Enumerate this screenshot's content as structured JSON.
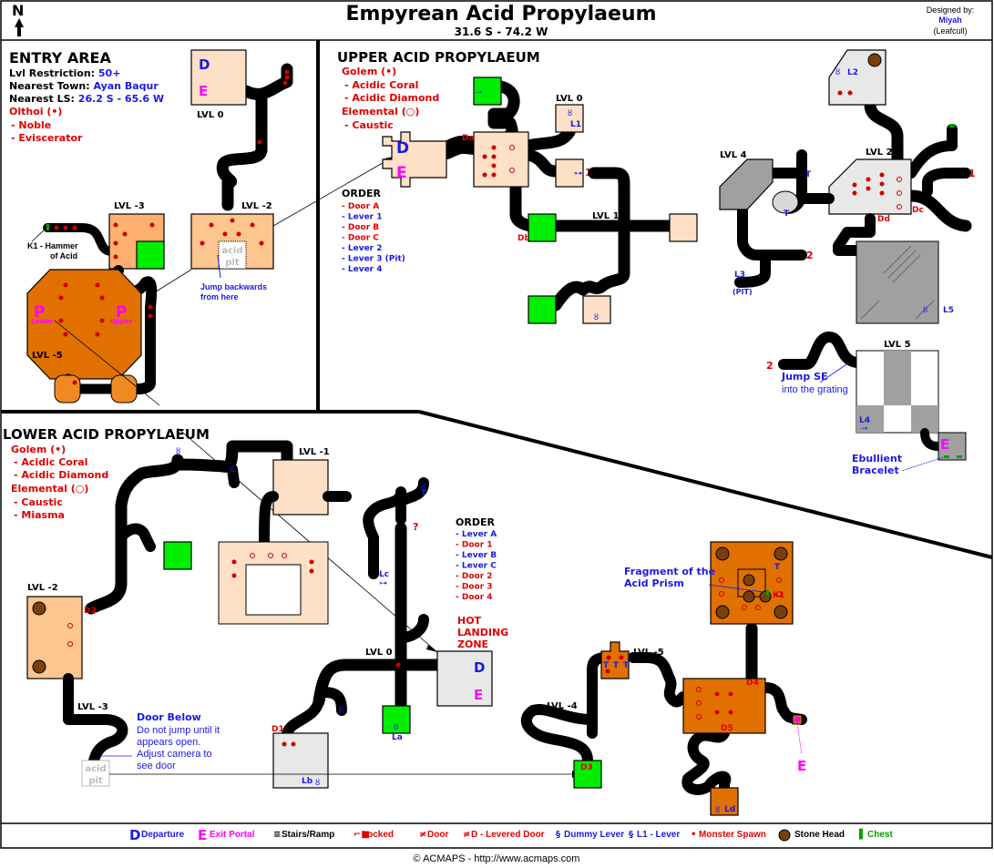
{
  "header": {
    "north_label": "N",
    "title": "Empyrean Acid Propylaeum",
    "coordinates": "31.6 S - 74.2 W",
    "designed_by_label": "Designed by:",
    "designer": "Miyah",
    "designer_server": "(Leafcull)"
  },
  "entry_area": {
    "title": "ENTRY AREA",
    "lvl_restriction_label": "Lvl Restriction:",
    "lvl_restriction_value": "50+",
    "nearest_town_label": "Nearest Town:",
    "nearest_town_value": "Ayan Baqur",
    "nearest_ls_label": "Nearest LS:",
    "nearest_ls_value": "26.2 S - 65.6 W",
    "monster_group": "Olthoi (•)",
    "monsters": [
      "- Noble",
      "- Eviscerator"
    ],
    "levels": [
      "LVL 0",
      "LVL -2",
      "LVL -3",
      "LVL -5"
    ],
    "departure": "D",
    "exit": "E",
    "acid_pit": [
      "acid",
      "pit"
    ],
    "jump_note": [
      "Jump backwards",
      "from here"
    ],
    "k1_note": [
      "K1 - Hammer",
      "of Acid"
    ],
    "portal_lower": {
      "glyph": "P",
      "label": "Lower"
    },
    "portal_upper": {
      "glyph": "P",
      "label": "Upper"
    }
  },
  "upper": {
    "title": "UPPER ACID PROPYLAEUM",
    "monster_groups": [
      {
        "name": "Golem (•)",
        "items": [
          "- Acidic Coral",
          "- Acidic Diamond"
        ]
      },
      {
        "name": "Elemental (○)",
        "items": [
          "- Caustic"
        ]
      }
    ],
    "order_title": "ORDER",
    "order": [
      {
        "text": "- Door A",
        "kind": "door"
      },
      {
        "text": "- Lever 1",
        "kind": "lever"
      },
      {
        "text": "- Door B",
        "kind": "door"
      },
      {
        "text": "- Door C",
        "kind": "door"
      },
      {
        "text": "- Lever 2",
        "kind": "lever"
      },
      {
        "text": "- Lever 3 (Pit)",
        "kind": "lever"
      },
      {
        "text": "- Lever 4",
        "kind": "lever"
      }
    ],
    "levels": [
      "LVL 0",
      "LVL 1",
      "LVL 2",
      "LVL 4",
      "LVL 5"
    ],
    "doors": [
      "Da",
      "Db",
      "Dc",
      "Dd"
    ],
    "levers": [
      "L1",
      "L2",
      "L3",
      "(PIT)",
      "L4",
      "L5"
    ],
    "markers": [
      "1",
      "2"
    ],
    "teleport": "T",
    "jump_note": [
      "Jump SE",
      "into the grating"
    ],
    "chest_note": [
      "Ebullient",
      "Bracelet"
    ],
    "departure": "D",
    "exit": "E"
  },
  "lower": {
    "title": "LOWER ACID PROPYLAEUM",
    "monster_groups": [
      {
        "name": "Golem (•)",
        "items": [
          "- Acidic Coral",
          "- Acidic Diamond"
        ]
      },
      {
        "name": "Elemental (○)",
        "items": [
          "- Caustic",
          "- Miasma"
        ]
      }
    ],
    "order_title": "ORDER",
    "order": [
      {
        "text": "- Lever A",
        "kind": "lever"
      },
      {
        "text": "- Door 1",
        "kind": "door"
      },
      {
        "text": "- Lever B",
        "kind": "lever"
      },
      {
        "text": "- Lever C",
        "kind": "lever"
      },
      {
        "text": "- Door 2",
        "kind": "door"
      },
      {
        "text": "- Door 3",
        "kind": "door"
      },
      {
        "text": "- Door 4",
        "kind": "door"
      }
    ],
    "levels": [
      "LVL -1",
      "LVL -2",
      "LVL -3",
      "LVL 0",
      "LVL -4",
      "LVL -5"
    ],
    "doors": [
      "D1",
      "D2",
      "D3",
      "D4",
      "D5"
    ],
    "levers": [
      "La",
      "Lb",
      "Lc",
      "Ld"
    ],
    "question": "?",
    "hot_landing": [
      "HOT",
      "LANDING",
      "ZONE"
    ],
    "door_below_title": "Door Below",
    "door_below_note": [
      "Do not jump until it",
      "appears open.",
      "Adjust camera to",
      "see door"
    ],
    "acid_pit": [
      "acid",
      "pit"
    ],
    "fragment_note": [
      "Fragment of the",
      "Acid Prism"
    ],
    "k1": "K1",
    "teleport": "T",
    "departure": "D",
    "exit": "E"
  },
  "legend": [
    {
      "glyph": "D",
      "label": "Departure",
      "color": "#1a1ae6"
    },
    {
      "glyph": "E",
      "label": "Exit Portal",
      "color": "#ff00ff"
    },
    {
      "glyph": "≡",
      "label": "Stairs/Ramp",
      "color": "#000000"
    },
    {
      "glyph": "⌐■",
      "label": "Locked",
      "color": "#e00000"
    },
    {
      "glyph": "≠",
      "label": "Door",
      "color": "#e00000"
    },
    {
      "glyph": "≠",
      "label": "D - Levered Door",
      "color": "#e00000"
    },
    {
      "glyph": "§",
      "label": "Dummy Lever",
      "color": "#1a1ae6"
    },
    {
      "glyph": "§",
      "label": "L1 - Lever",
      "color": "#1a1ae6"
    },
    {
      "glyph": "•",
      "label": "Monster Spawn",
      "color": "#e00000"
    },
    {
      "glyph": "●",
      "label": "Stone Head",
      "color": "#000000"
    },
    {
      "glyph": "▌",
      "label": "Chest",
      "color": "#00a000"
    }
  ],
  "footer": "© ACMAPS - http://www.acmaps.com",
  "colors": {
    "room_light": "#fde0c6",
    "room_medium": "#fdc58f",
    "room_dark": "#e07000",
    "room_gray": "#e8e8e8",
    "room_dark_gray": "#a0a0a0",
    "portal_green": "#00ee00",
    "stone_head": "#7a3f0a",
    "spawn_red": "#cc0000",
    "text_blue": "#1a1ae6",
    "text_red": "#e00000",
    "text_magenta": "#ff00ff"
  }
}
